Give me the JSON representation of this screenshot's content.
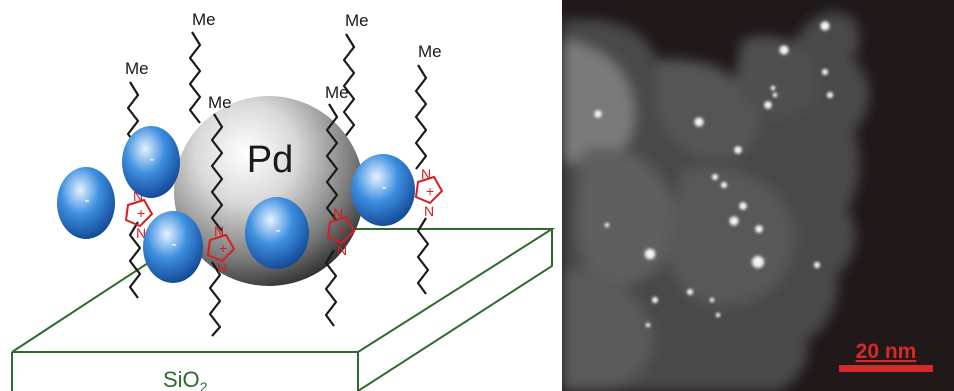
{
  "schematic": {
    "nanoparticle_label": "Pd",
    "methyl_label": "Me",
    "anion_label": "-",
    "cation_charge": "+",
    "nitrogen_label": "N",
    "support_label": "SiO",
    "support_subscript": "2",
    "colors": {
      "support_edge": "#2e6b2e",
      "chain": "#1a1a1a",
      "imidazolium": "#d42020",
      "anion": "#2d7fd0",
      "nanoparticle": "#8a8a8a"
    }
  },
  "micrograph": {
    "scale_bar_label": "20 nm",
    "colors": {
      "background": "#201819",
      "scale_bar": "#d42a2a"
    }
  }
}
